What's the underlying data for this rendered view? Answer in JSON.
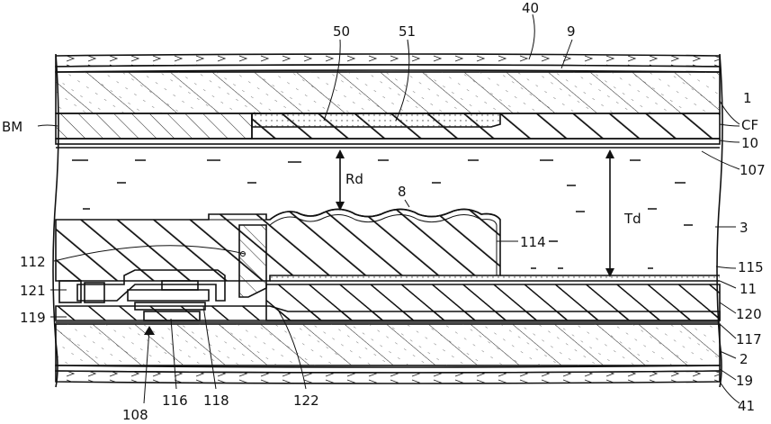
{
  "labels": {
    "l40": "40",
    "l9": "9",
    "l50": "50",
    "l51": "51",
    "lBM": "BM",
    "l1": "1",
    "lCF": "CF",
    "l10": "10",
    "l107": "107",
    "lRd": "Rd",
    "l8": "8",
    "lTd": "Td",
    "l3": "3",
    "l112": "112",
    "l114": "114",
    "l115": "115",
    "l11": "11",
    "l121": "121",
    "l120": "120",
    "l119": "119",
    "l117": "117",
    "l2": "2",
    "l19": "19",
    "l41": "41",
    "l108": "108",
    "l116": "116",
    "l118": "118",
    "l122": "122"
  }
}
